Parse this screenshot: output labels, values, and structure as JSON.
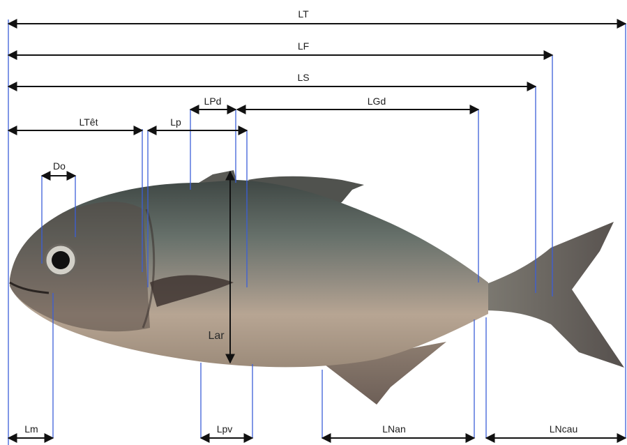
{
  "diagram": {
    "measurements": {
      "lt": "LT",
      "lf": "LF",
      "ls": "LS",
      "lpd": "LPd",
      "lgd": "LGd",
      "ltet": "LTêt",
      "lp": "Lp",
      "do": "Do",
      "lar": "Lar",
      "lm": "Lm",
      "lpv": "Lpv",
      "lnan": "LNan",
      "lncau": "LNcau"
    },
    "colors": {
      "arrow": "#111111",
      "guide_line": "#3b5fd9",
      "fish_back": "#4f5a55",
      "fish_belly": "#b9a28f",
      "background": "#ffffff"
    }
  }
}
